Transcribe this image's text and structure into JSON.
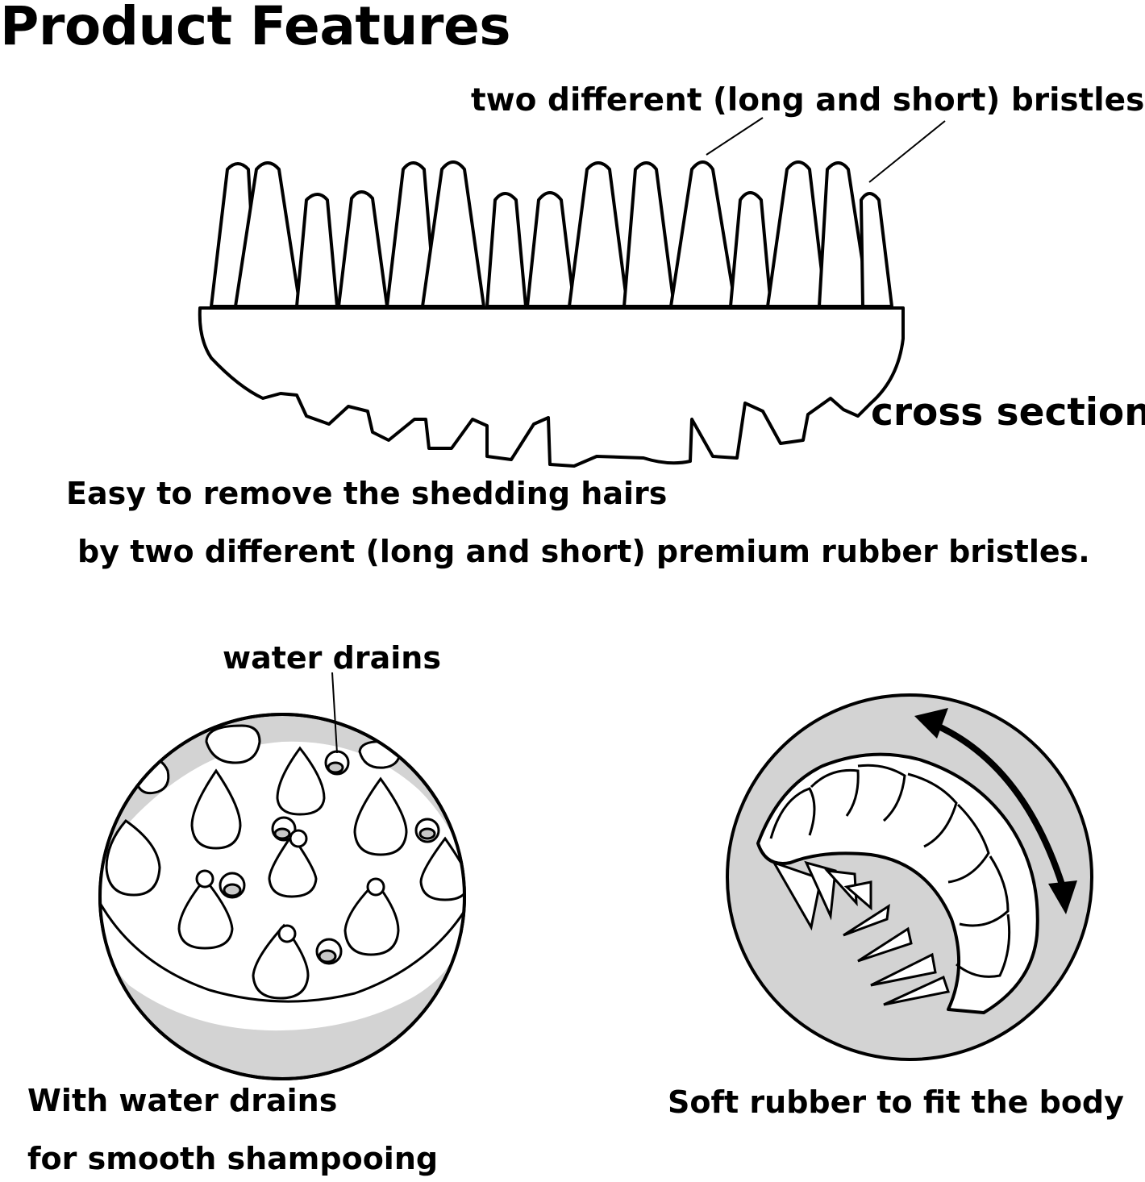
{
  "title": "Product Features",
  "cross_section": {
    "bristle_label": "two different (long and short) bristles",
    "section_label": "cross section",
    "description_line1": "Easy to remove the shedding hairs",
    "description_line2": "by two different (long and short) premium rubber bristles."
  },
  "water_drains": {
    "label": "water drains",
    "caption_line1": "With water drains",
    "caption_line2": "for smooth shampooing"
  },
  "soft_rubber": {
    "caption": "Soft rubber to fit the body"
  },
  "colors": {
    "line": "#000000",
    "shade": "#d3d3d3",
    "background": "#ffffff"
  },
  "icons": [
    "brush-cross-section",
    "brush-top-view-icon",
    "brush-flex-icon",
    "curved-double-arrow-icon"
  ]
}
